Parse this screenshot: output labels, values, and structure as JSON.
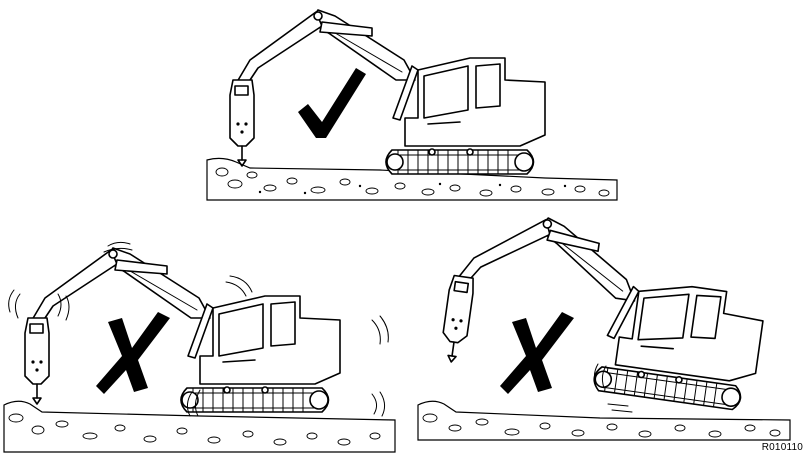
{
  "figure": {
    "reference_code": "R010110",
    "panels": [
      {
        "position": "top-center",
        "verdict": "correct",
        "verdict-icon": "check-mark-icon",
        "condition": "level-track-breaker-vertical"
      },
      {
        "position": "bottom-left",
        "verdict": "incorrect",
        "verdict-icon": "cross-mark-icon",
        "condition": "excessive-vibration"
      },
      {
        "position": "bottom-right",
        "verdict": "incorrect",
        "verdict-icon": "cross-mark-icon",
        "condition": "tracks-lifted"
      }
    ]
  }
}
